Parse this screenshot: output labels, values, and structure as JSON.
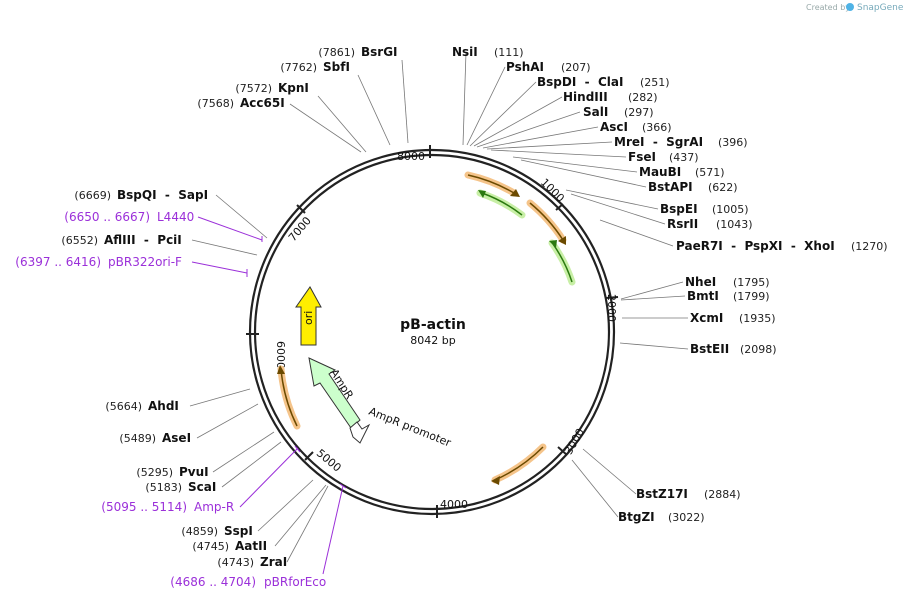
{
  "plasmid": {
    "name": "pB-actin",
    "size": "8042 bp"
  },
  "credit": {
    "created_by": "Created by",
    "brand": "SnapGene"
  },
  "ticks": [
    "1000",
    "2000",
    "3000",
    "4000",
    "5000",
    "6000",
    "7000",
    "8000"
  ],
  "sites_right": [
    {
      "name": "NsiI",
      "pos": "(111)"
    },
    {
      "name": "PshAI",
      "pos": "(207)"
    },
    {
      "name": "BspDI  -  ClaI",
      "pos": "(251)"
    },
    {
      "name": "HindIII",
      "pos": "(282)"
    },
    {
      "name": "SalI",
      "pos": "(297)"
    },
    {
      "name": "AscI",
      "pos": "(366)"
    },
    {
      "name": "MreI  -  SgrAI",
      "pos": "(396)"
    },
    {
      "name": "FseI",
      "pos": "(437)"
    },
    {
      "name": "MauBI",
      "pos": "(571)"
    },
    {
      "name": "BstAPI",
      "pos": "(622)"
    },
    {
      "name": "BspEI",
      "pos": "(1005)"
    },
    {
      "name": "RsrII",
      "pos": "(1043)"
    },
    {
      "name": "PaeR7I  -  PspXI  -  XhoI",
      "pos": "(1270)"
    },
    {
      "name": "NheI",
      "pos": "(1795)"
    },
    {
      "name": "BmtI",
      "pos": "(1799)"
    },
    {
      "name": "XcmI",
      "pos": "(1935)"
    },
    {
      "name": "BstEII",
      "pos": "(2098)"
    },
    {
      "name": "BstZ17I",
      "pos": "(2884)"
    },
    {
      "name": "BtgZI",
      "pos": "(3022)"
    }
  ],
  "sites_left": [
    {
      "name": "BsrGI",
      "pos": "(7861)"
    },
    {
      "name": "SbfI",
      "pos": "(7762)"
    },
    {
      "name": "KpnI",
      "pos": "(7572)"
    },
    {
      "name": "Acc65I",
      "pos": "(7568)"
    },
    {
      "name": "BspQI  -  SapI",
      "pos": "(6669)"
    },
    {
      "name": "AflIII  -  PciI",
      "pos": "(6552)"
    },
    {
      "name": "AhdI",
      "pos": "(5664)"
    },
    {
      "name": "AseI",
      "pos": "(5489)"
    },
    {
      "name": "PvuI",
      "pos": "(5295)"
    },
    {
      "name": "ScaI",
      "pos": "(5183)"
    },
    {
      "name": "SspI",
      "pos": "(4859)"
    },
    {
      "name": "AatII",
      "pos": "(4745)"
    },
    {
      "name": "ZraI",
      "pos": "(4743)"
    }
  ],
  "primers": [
    {
      "range": "(6650 .. 6667)",
      "name": "L4440"
    },
    {
      "range": "(6397 .. 6416)",
      "name": "pBR322ori-F"
    },
    {
      "range": "(5095 .. 5114)",
      "name": "Amp-R"
    },
    {
      "range": "(4686 .. 4704)",
      "name": "pBRforEco"
    }
  ],
  "features": {
    "ori": "ori",
    "ampr": "AmpR",
    "ampr_promoter": "AmpR promoter"
  },
  "colors": {
    "backbone": "#222222",
    "orf_orange": "#f5c48a",
    "orf_green_fill": "#d9f5c0",
    "ori_yellow": "#ffee00",
    "ampr_fill": "#ccffcc",
    "primer_purple": "#9b30d9"
  }
}
